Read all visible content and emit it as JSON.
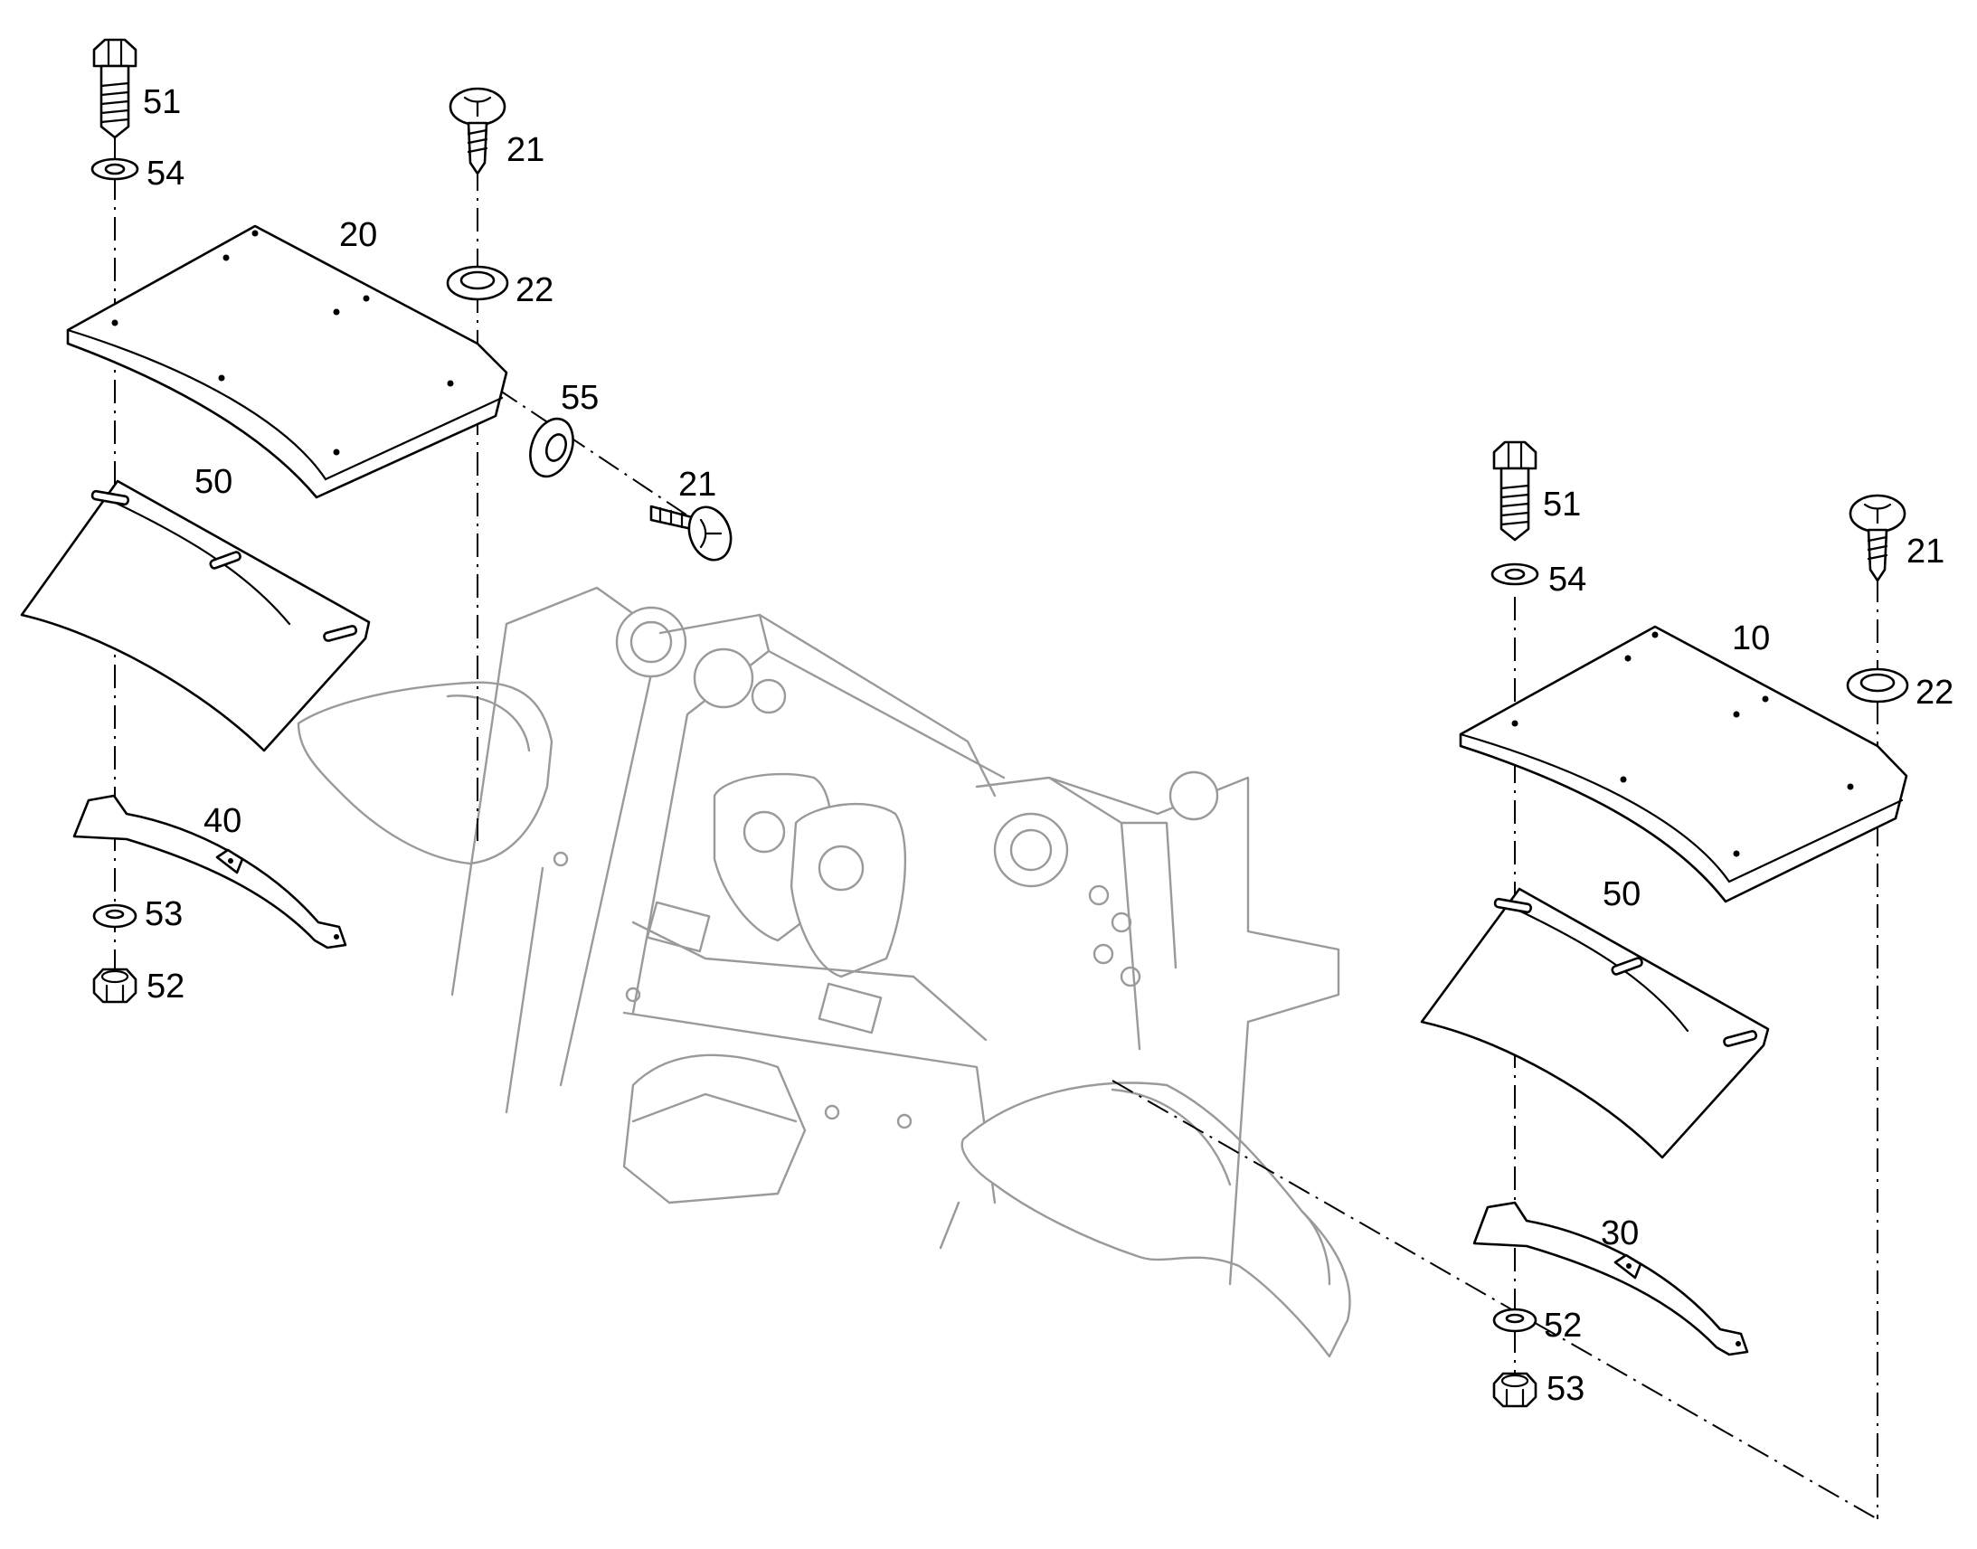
{
  "callouts": {
    "c51a": "51",
    "c54a": "54",
    "c20": "20",
    "c21a": "21",
    "c22a": "22",
    "c55": "55",
    "c21b": "21",
    "c50a": "50",
    "c40": "40",
    "c53a": "53",
    "c52a": "52",
    "c51b": "51",
    "c54b": "54",
    "c21c": "21",
    "c10": "10",
    "c22b": "22",
    "c50b": "50",
    "c30": "30",
    "c52b": "52",
    "c53b": "53"
  },
  "colors": {
    "ink": "#000000",
    "frame": "#9a9a9a",
    "background": "#ffffff"
  }
}
